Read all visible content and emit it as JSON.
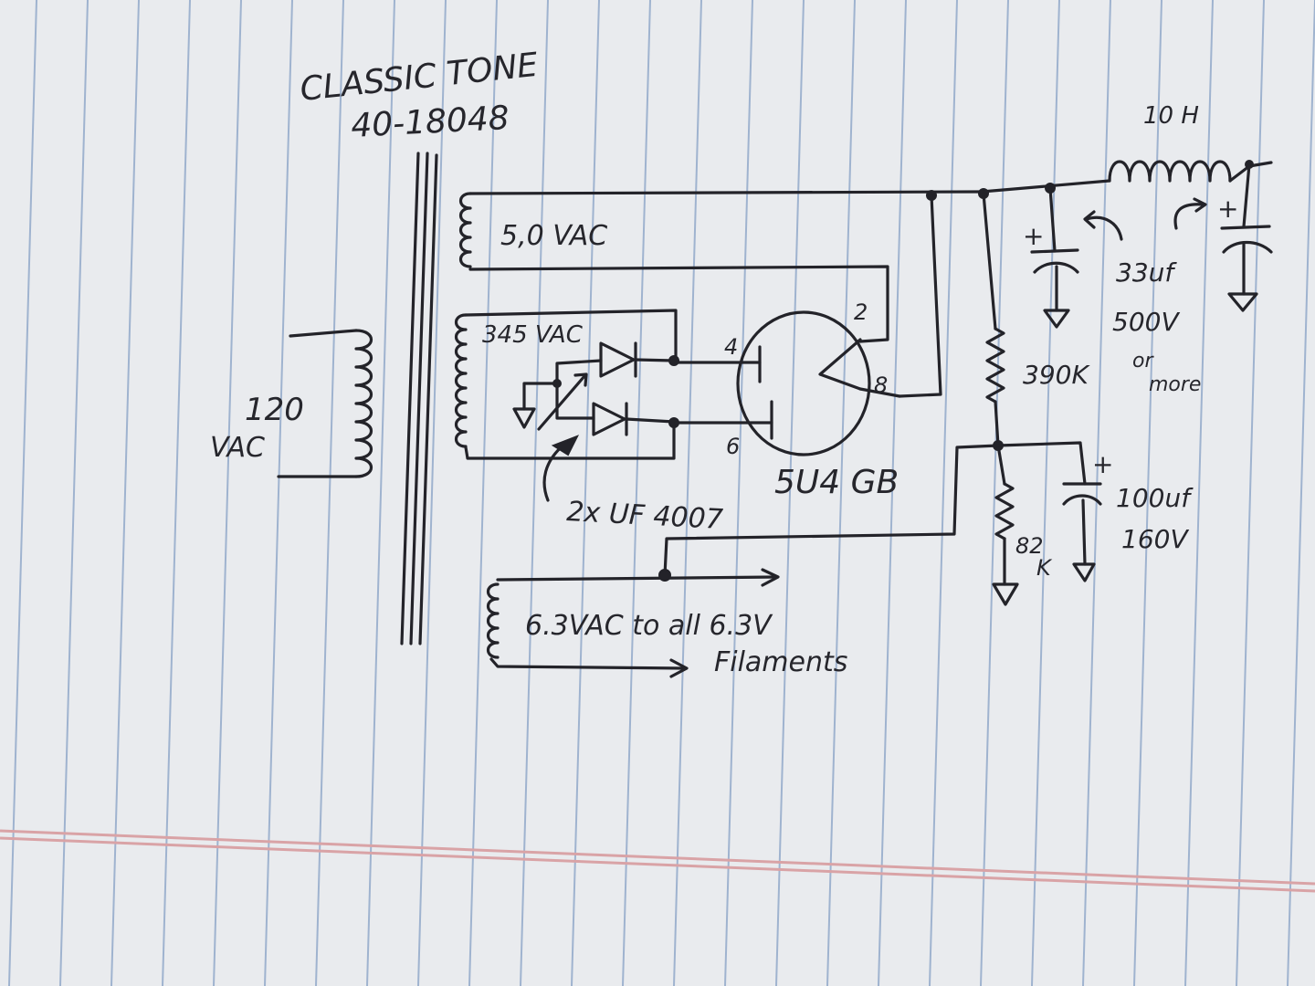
{
  "colors": {
    "paper": "#e9ebee",
    "rule_blue": "#9fb3cf",
    "margin_red": "#d9a3a6",
    "ink": "#232329"
  },
  "header": {
    "line1": "CLASSIC TONE",
    "line2": "40-18048"
  },
  "labels": {
    "primary_volts": "120",
    "primary_unit": "VAC",
    "sec_5v": "5,0 VAC",
    "sec_345": "345 VAC",
    "sec_63": "6.3VAC to all 6.3V",
    "filaments": "Filaments",
    "diode_note": "2x UF 4007",
    "tube": "5U4 GB",
    "pin_2": "2",
    "pin_4": "4",
    "pin_6": "6",
    "pin_8": "8",
    "choke": "10 H",
    "cap1_value": "33uf",
    "cap1_voltage": "500V",
    "cap1_note_a": "or",
    "cap1_note_b": "more",
    "r1": "390K",
    "r2_a": "82",
    "r2_b": "K",
    "cap3_value": "100uf",
    "cap3_voltage": "160V",
    "plus": "+"
  }
}
